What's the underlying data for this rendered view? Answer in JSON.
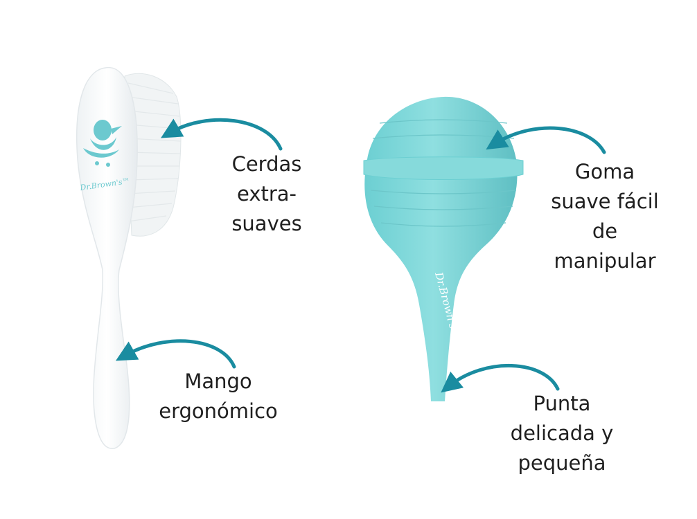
{
  "colors": {
    "arrow": "#1a8ca0",
    "aspirator": "#7dd6d8",
    "aspirator_dark": "#62c3c6",
    "brush": "#f7f9fa",
    "brush_logo": "#6cc9cf",
    "text": "#1f1f1f"
  },
  "brush": {
    "brand": "Dr.Brown's™"
  },
  "aspirator": {
    "brand": "Dr.Brown's™"
  },
  "labels": {
    "cerdas": [
      "Cerdas",
      "extra-",
      "suaves"
    ],
    "mango": [
      "Mango",
      "ergonómico"
    ],
    "goma": [
      "Goma",
      "suave fácil",
      "de",
      "manipular"
    ],
    "punta": [
      "Punta",
      "delicada y",
      "pequeña"
    ]
  },
  "icons": {
    "brush": "baby-brush-icon",
    "aspirator": "nasal-aspirator-icon",
    "arrow": "curved-arrow-icon"
  }
}
